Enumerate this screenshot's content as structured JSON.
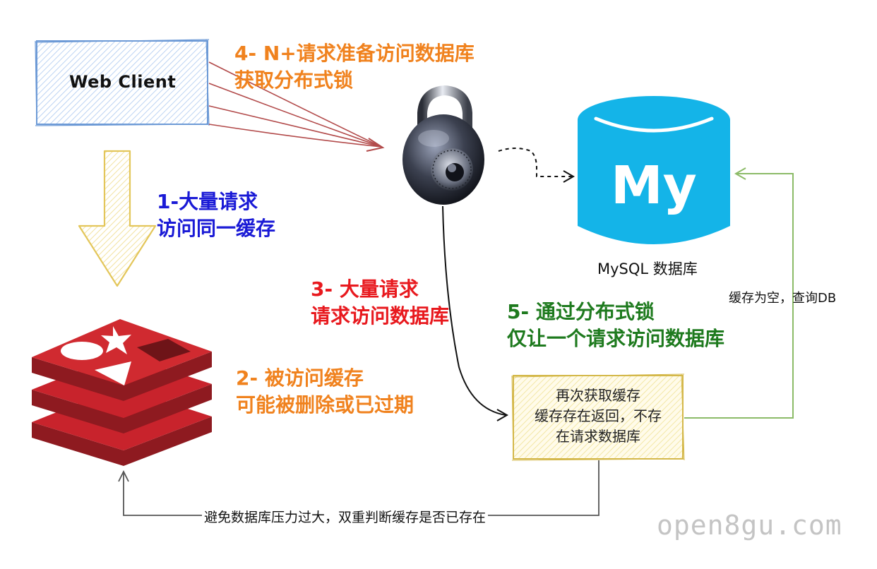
{
  "web_client": {
    "label": "Web Client"
  },
  "steps": {
    "step1": {
      "line1": "1-大量请求",
      "line2": "访问同一缓存"
    },
    "step2": {
      "line1": "2- 被访问缓存",
      "line2": "可能被删除或已过期"
    },
    "step3": {
      "line1": "3- 大量请求",
      "line2": "请求访问数据库"
    },
    "step4": {
      "line1": "4- N+请求准备访问数据库",
      "line2": "获取分布式锁"
    },
    "step5": {
      "line1": "5- 通过分布式锁",
      "line2": "仅让一个请求访问数据库"
    }
  },
  "mysql": {
    "logo_text": "My",
    "caption": "MySQL 数据库"
  },
  "retry_box": {
    "line1": "再次获取缓存",
    "line2": "缓存存在返回，不存",
    "line3": "在请求数据库"
  },
  "edge_labels": {
    "cache_empty": "缓存为空，查询DB",
    "double_check": "避免数据库压力过大，双重判断缓存是否已存在"
  },
  "watermark": "open8gu.com",
  "icons": {
    "lock": "padlock-icon",
    "redis": "redis-logo-icon",
    "mysql": "mysql-database-icon",
    "down_arrow": "down-arrow-icon"
  },
  "colors": {
    "orange": "#f0821e",
    "blue": "#1a1ad6",
    "red": "#e8191e",
    "green": "#1e7a1e",
    "mysql_blue": "#14b4e8",
    "redis_red": "#c8232c",
    "arrow_red": "#b24a4a"
  }
}
